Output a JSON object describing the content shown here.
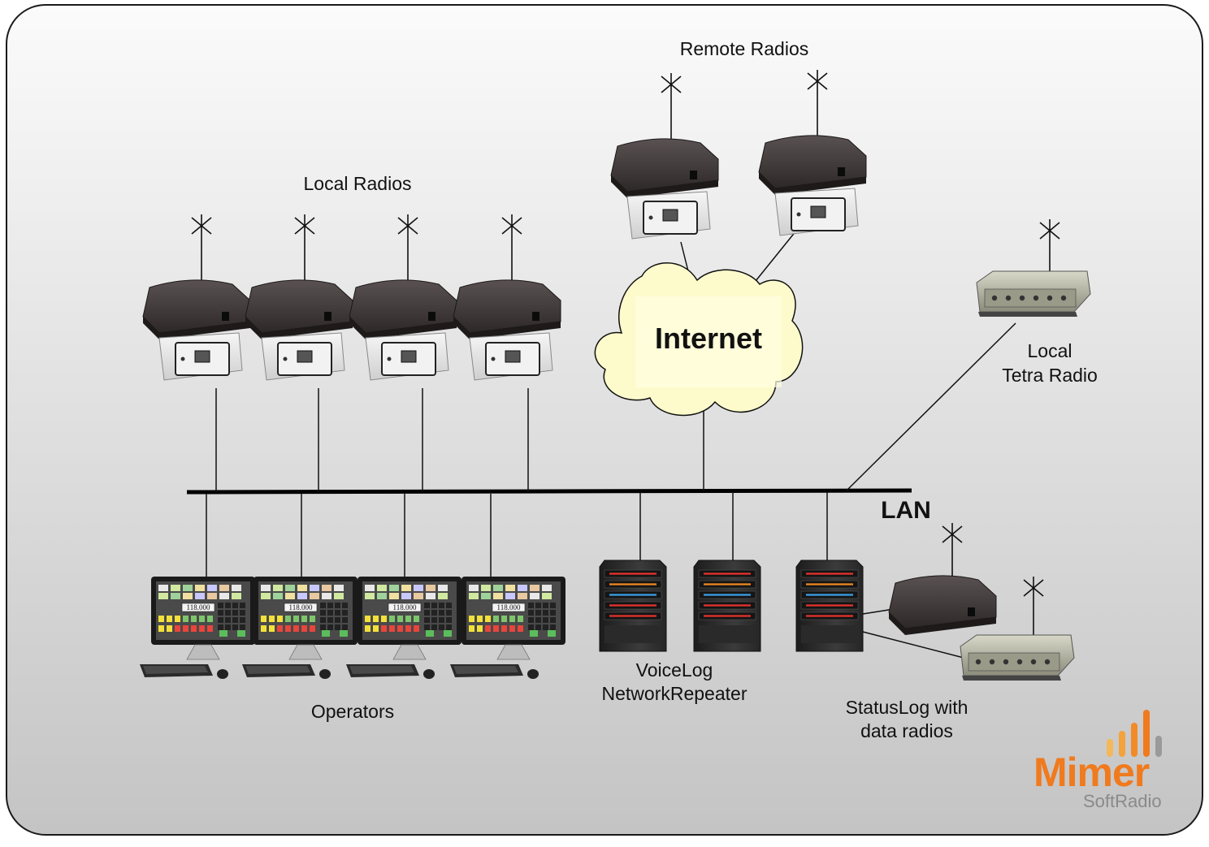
{
  "labels": {
    "remote_radios": "Remote Radios",
    "local_radios": "Local Radios",
    "internet": "Internet",
    "local_tetra_line1": "Local",
    "local_tetra_line2": "Tetra Radio",
    "lan": "LAN",
    "operators": "Operators",
    "voicelog": "VoiceLog",
    "network_repeater": "NetworkRepeater",
    "statuslog_line1": "StatusLog with",
    "statuslog_line2": "data radios"
  },
  "monitor_display": "118.000",
  "logo": {
    "name": "Mimer",
    "sub": "SoftRadio",
    "orange": "#f07a1e",
    "gray": "#8a8a8a"
  },
  "colors": {
    "bg_light": "#fbfbfb",
    "bg_dark": "#c9c9c9",
    "cloud_fill": "#fdfbcb",
    "radio_body": "#3a3434",
    "interface_box": "#e9e9e9",
    "server_body": "#2c2c2c"
  }
}
